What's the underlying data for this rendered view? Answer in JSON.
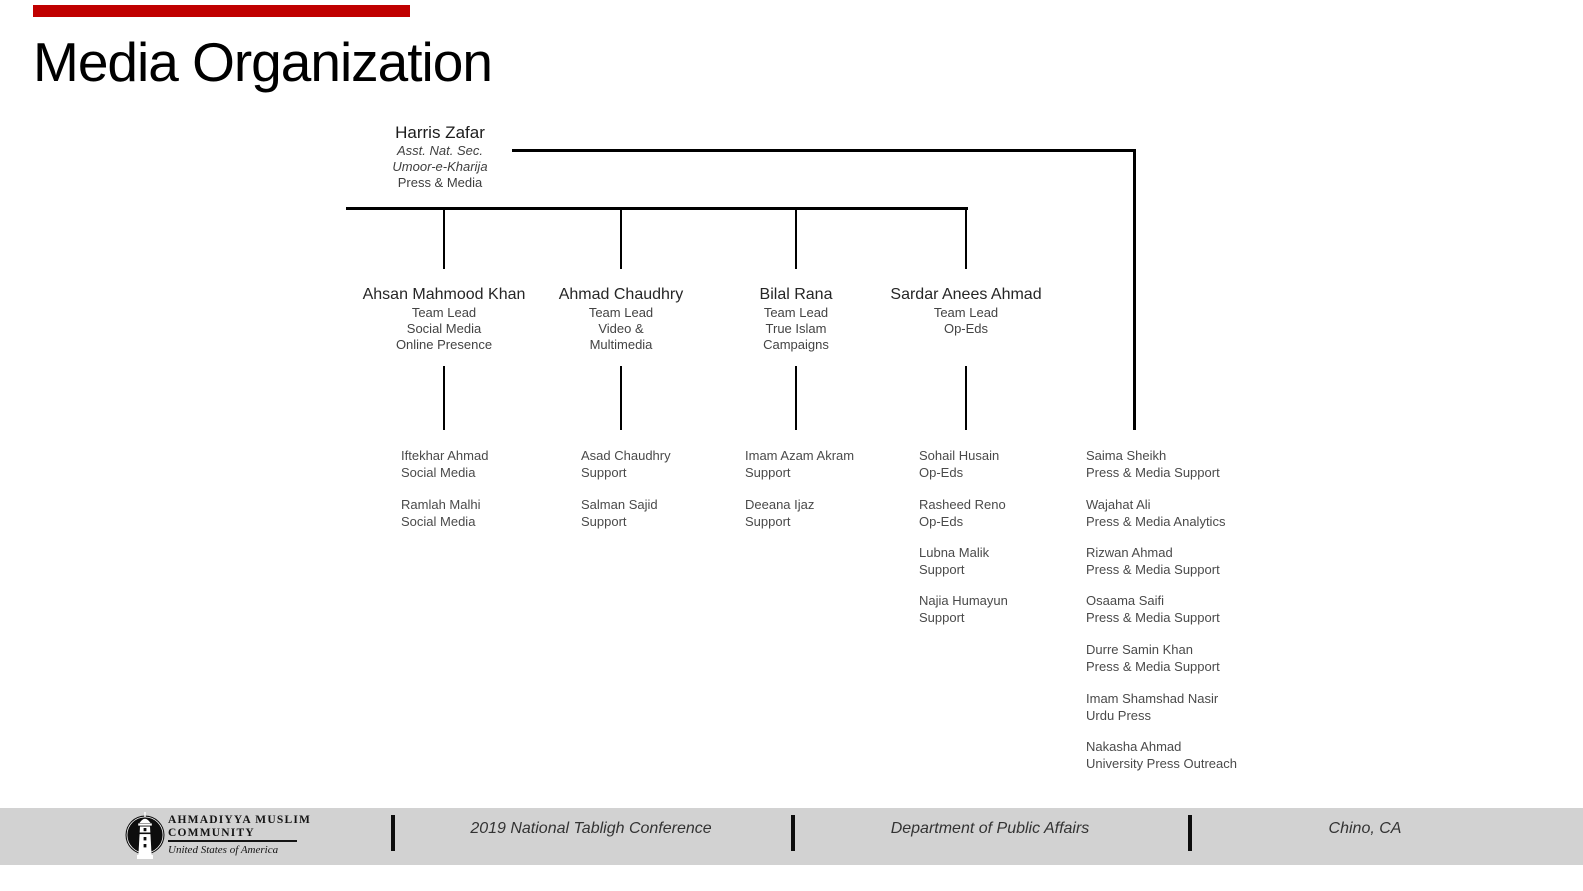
{
  "slide": {
    "title": "Media Organization",
    "accent_color": "#C00000",
    "footer_bg": "#D2D2D2"
  },
  "org": {
    "root": {
      "name": "Harris Zafar",
      "role1": "Asst. Nat. Sec.",
      "role2": "Umoor-e-Kharija",
      "role3": "Press & Media"
    },
    "teams": [
      {
        "name": "Ahsan Mahmood Khan",
        "line1": "Team Lead",
        "line2": "Social Media",
        "line3": "Online Presence"
      },
      {
        "name": "Ahmad Chaudhry",
        "line1": "Team Lead",
        "line2": "Video &",
        "line3": "Multimedia"
      },
      {
        "name": "Bilal Rana",
        "line1": "Team Lead",
        "line2": "True Islam",
        "line3": "Campaigns"
      },
      {
        "name": "Sardar Anees Ahmad",
        "line1": "Team Lead",
        "line2": "Op-Eds",
        "line3": ""
      }
    ],
    "members": {
      "col1": [
        {
          "name": "Iftekhar Ahmad",
          "role": "Social Media"
        },
        {
          "name": "Ramlah Malhi",
          "role": "Social Media"
        }
      ],
      "col2": [
        {
          "name": "Asad Chaudhry",
          "role": "Support"
        },
        {
          "name": "Salman Sajid",
          "role": "Support"
        }
      ],
      "col3": [
        {
          "name": "Imam Azam Akram",
          "role": "Support"
        },
        {
          "name": "Deeana Ijaz",
          "role": "Support"
        }
      ],
      "col4": [
        {
          "name": "Sohail Husain",
          "role": "Op-Eds"
        },
        {
          "name": "Rasheed Reno",
          "role": "Op-Eds"
        },
        {
          "name": "Lubna Malik",
          "role": "Support"
        },
        {
          "name": "Najia Humayun",
          "role": "Support"
        }
      ],
      "col5": [
        {
          "name": "Saima Sheikh",
          "role": "Press & Media Support"
        },
        {
          "name": "Wajahat Ali",
          "role": "Press & Media Analytics"
        },
        {
          "name": "Rizwan Ahmad",
          "role": "Press & Media Support"
        },
        {
          "name": "Osaama Saifi",
          "role": "Press & Media Support"
        },
        {
          "name": "Durre Samin Khan",
          "role": "Press & Media Support"
        },
        {
          "name": "Imam Shamshad Nasir",
          "role": "Urdu Press"
        },
        {
          "name": "Nakasha Ahmad",
          "role": "University Press Outreach"
        }
      ]
    }
  },
  "footer": {
    "logo": {
      "line1": "AHMADIYYA MUSLIM",
      "line2": "COMMUNITY",
      "country": "United States of America",
      "icon": "minaret-icon"
    },
    "items": [
      "2019 National Tabligh Conference",
      "Department of Public Affairs",
      "Chino, CA"
    ]
  }
}
